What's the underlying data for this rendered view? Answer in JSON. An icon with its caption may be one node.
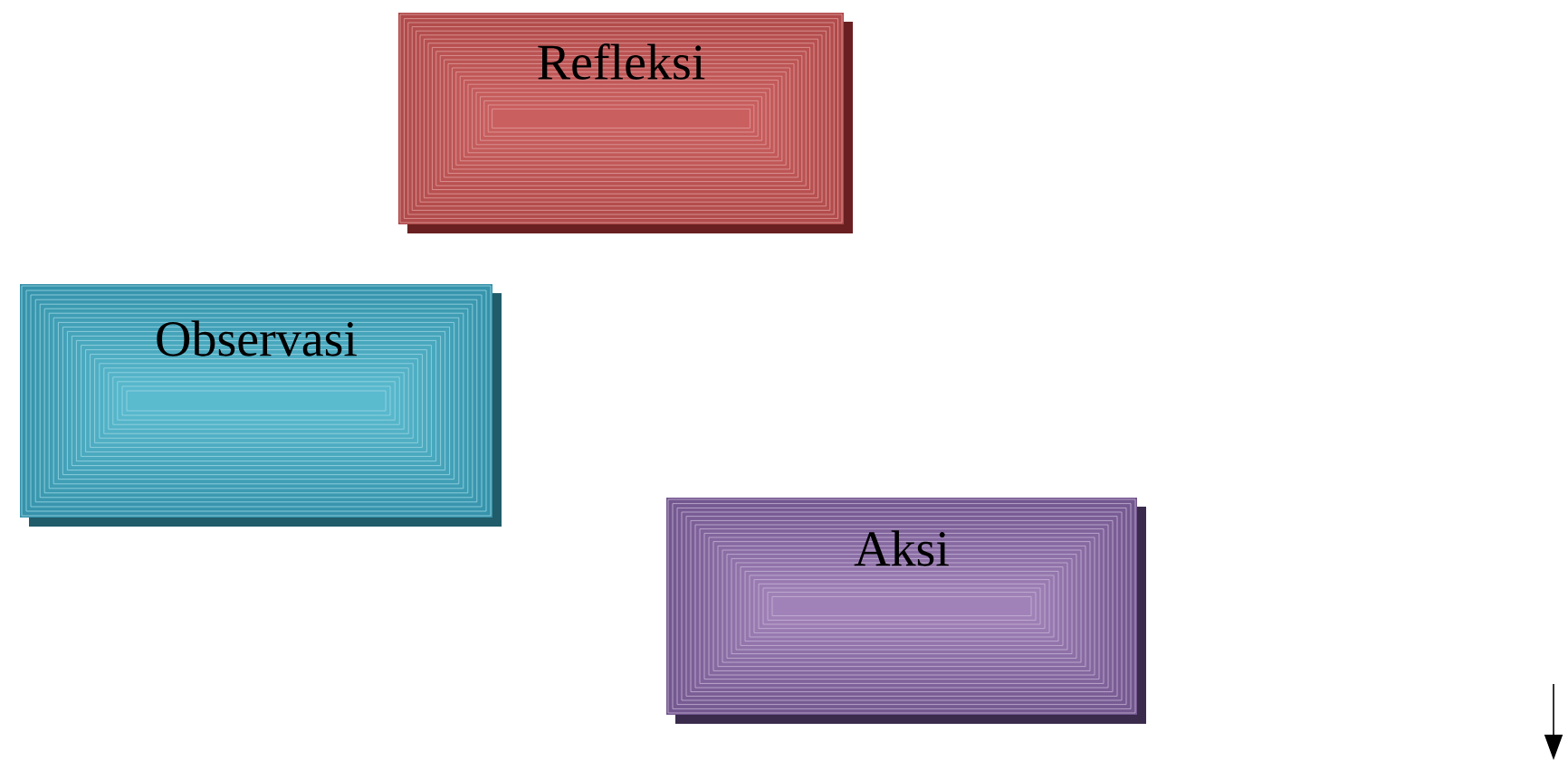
{
  "diagram": {
    "nodes": [
      {
        "text": [
          "Refleksi"
        ]
      },
      {
        "text": [
          "Observasi"
        ]
      },
      {
        "text": [
          "Aksi"
        ]
      }
    ]
  }
}
